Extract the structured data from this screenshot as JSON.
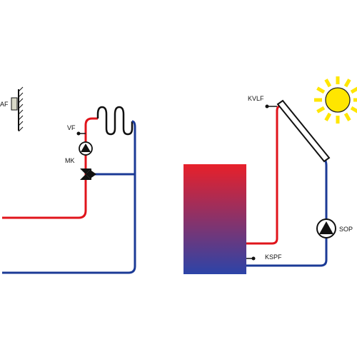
{
  "labels": {
    "outdoor_sensor": "AF",
    "flow_sensor": "VF",
    "mixer": "MK",
    "collector_sensor": "KVLF",
    "tank_sensor": "KSPF",
    "solar_pump": "SOP"
  },
  "colors": {
    "supply": "#e0141b",
    "return": "#1b3a96",
    "tank_top": "#e8202a",
    "tank_bottom": "#2c44a8",
    "sun": "#ffe600",
    "sun_outline": "#222222",
    "line": "#111111",
    "sensor_fill": "#d9d9c8"
  }
}
